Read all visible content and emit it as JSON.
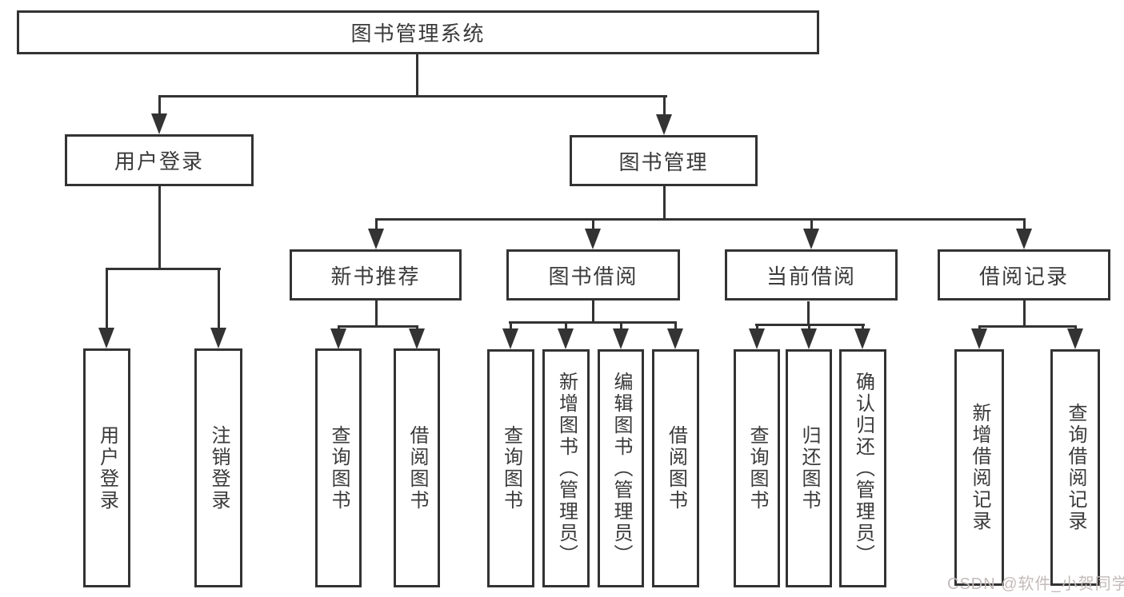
{
  "diagram": {
    "title_node": "图书管理系统",
    "level2": [
      {
        "label": "用户登录"
      },
      {
        "label": "图书管理"
      }
    ],
    "level3": [
      {
        "label": "新书推荐"
      },
      {
        "label": "图书借阅"
      },
      {
        "label": "当前借阅"
      },
      {
        "label": "借阅记录"
      }
    ],
    "leaves": {
      "login": [
        {
          "label": "用户登录"
        },
        {
          "label": "注销登录"
        }
      ],
      "recommend": [
        {
          "label": "查询图书"
        },
        {
          "label": "借阅图书"
        }
      ],
      "borrow": [
        {
          "label": "查询图书"
        },
        {
          "label": "新增图书（管理员）"
        },
        {
          "label": "编辑图书（管理员）"
        },
        {
          "label": "借阅图书"
        }
      ],
      "current": [
        {
          "label": "查询图书"
        },
        {
          "label": "归还图书"
        },
        {
          "label": "确认归还（管理员）"
        }
      ],
      "records": [
        {
          "label": "新增借阅记录"
        },
        {
          "label": "查询借阅记录"
        }
      ]
    },
    "colors": {
      "line": "#333333",
      "text": "#3a3a3a",
      "background": "#ffffff",
      "watermark": "#c4baba"
    }
  },
  "watermark": {
    "text": "CSDN @软件_小贺同学"
  }
}
